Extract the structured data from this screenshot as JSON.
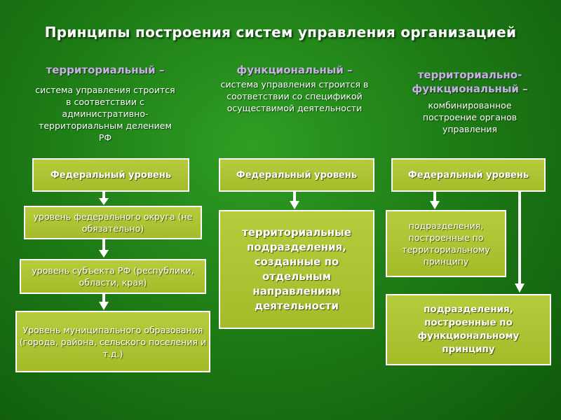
{
  "title": "Принципы построения систем управления организацией",
  "columns": [
    {
      "heading": "территориальный –",
      "description": "система управления строится в соответствии с административно-территориальным делением РФ",
      "boxes": [
        "Федеральный уровень",
        "уровень федерального округа (не обязательно)",
        "уровень субъекта РФ (республики, области, края)",
        "Уровень муниципального образования (города, района, сельского поселения и т.д.)"
      ]
    },
    {
      "heading": "функциональный –",
      "description": "система управления строится в соответствии со спецификой осуществимой деятельности",
      "boxes": [
        "Федеральный уровень",
        "территориальные подразделения, созданные по отдельным направлениям деятельности"
      ]
    },
    {
      "heading_line1": "территориально-",
      "heading_line2": "функциональный –",
      "description": "комбинированное построение органов управления",
      "boxes": [
        "Федеральный уровень",
        "подразделения, построенные по территориальному принципу",
        "подразделения, построенные по функциональному принципу"
      ]
    }
  ],
  "colors": {
    "background": "#1e7d16",
    "box_fill": "#a4bb2a",
    "heading": "#c9b0e6",
    "text": "#ffffff"
  }
}
